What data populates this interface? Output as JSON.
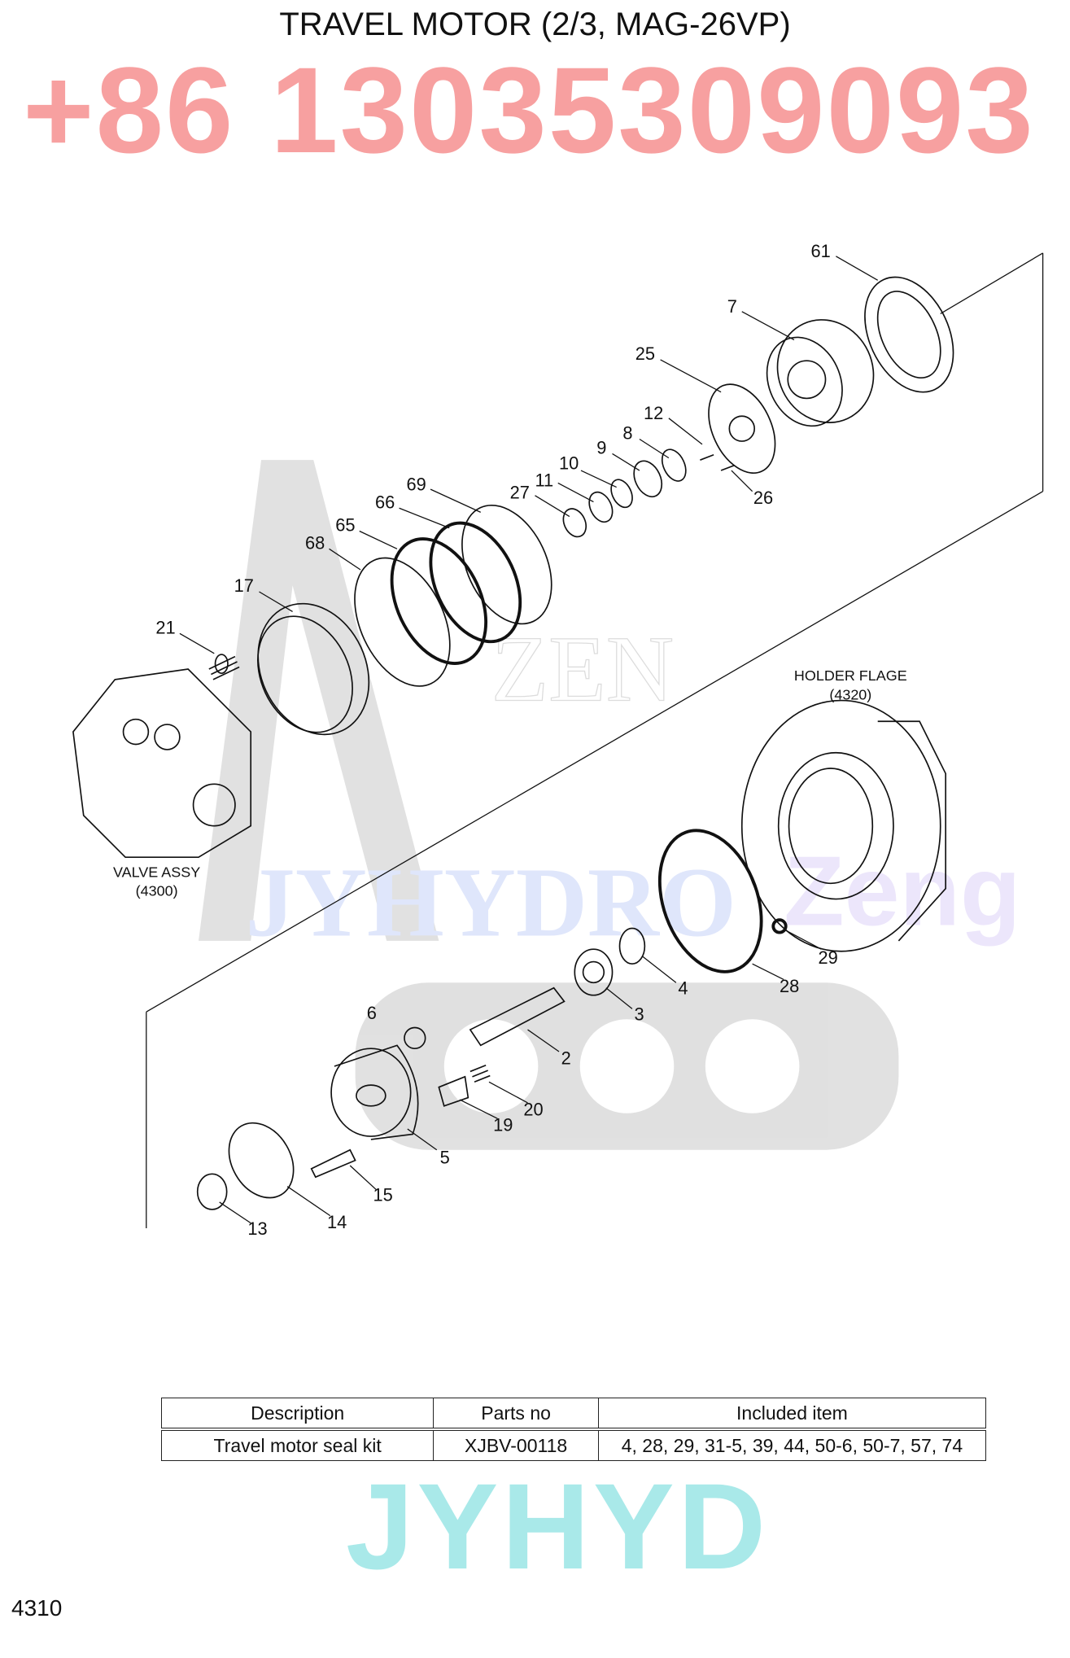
{
  "title": "TRAVEL MOTOR (2/3, MAG-26VP)",
  "phone_watermark": "+86 13035309093",
  "watermarks": {
    "left": "JYHYDRO",
    "right": "Zeng",
    "table": "JYHYD",
    "logo": "ZEN"
  },
  "callouts": [
    "61",
    "7",
    "25",
    "12",
    "8",
    "9",
    "10",
    "11",
    "27",
    "26",
    "69",
    "66",
    "65",
    "68",
    "17",
    "21",
    "29",
    "28",
    "4",
    "3",
    "6",
    "2",
    "20",
    "19",
    "5",
    "15",
    "14",
    "13"
  ],
  "assemblies": {
    "holder": {
      "name": "HOLDER FLAGE",
      "code": "(4320)"
    },
    "valve": {
      "name": "VALVE ASSY",
      "code": "(4300)"
    }
  },
  "table": {
    "headers": [
      "Description",
      "Parts no",
      "Included item"
    ],
    "rows": [
      [
        "Travel motor seal kit",
        "XJBV-00118",
        "4, 28, 29, 31-5, 39, 44, 50-6, 50-7, 57, 74"
      ]
    ]
  },
  "page_number": "4310",
  "colors": {
    "phone": "#f7a0a0",
    "watermark_table": "#5cd6d6",
    "watermark_blue": "#dfe6fb",
    "watermark_lavender": "#ece6fb"
  }
}
